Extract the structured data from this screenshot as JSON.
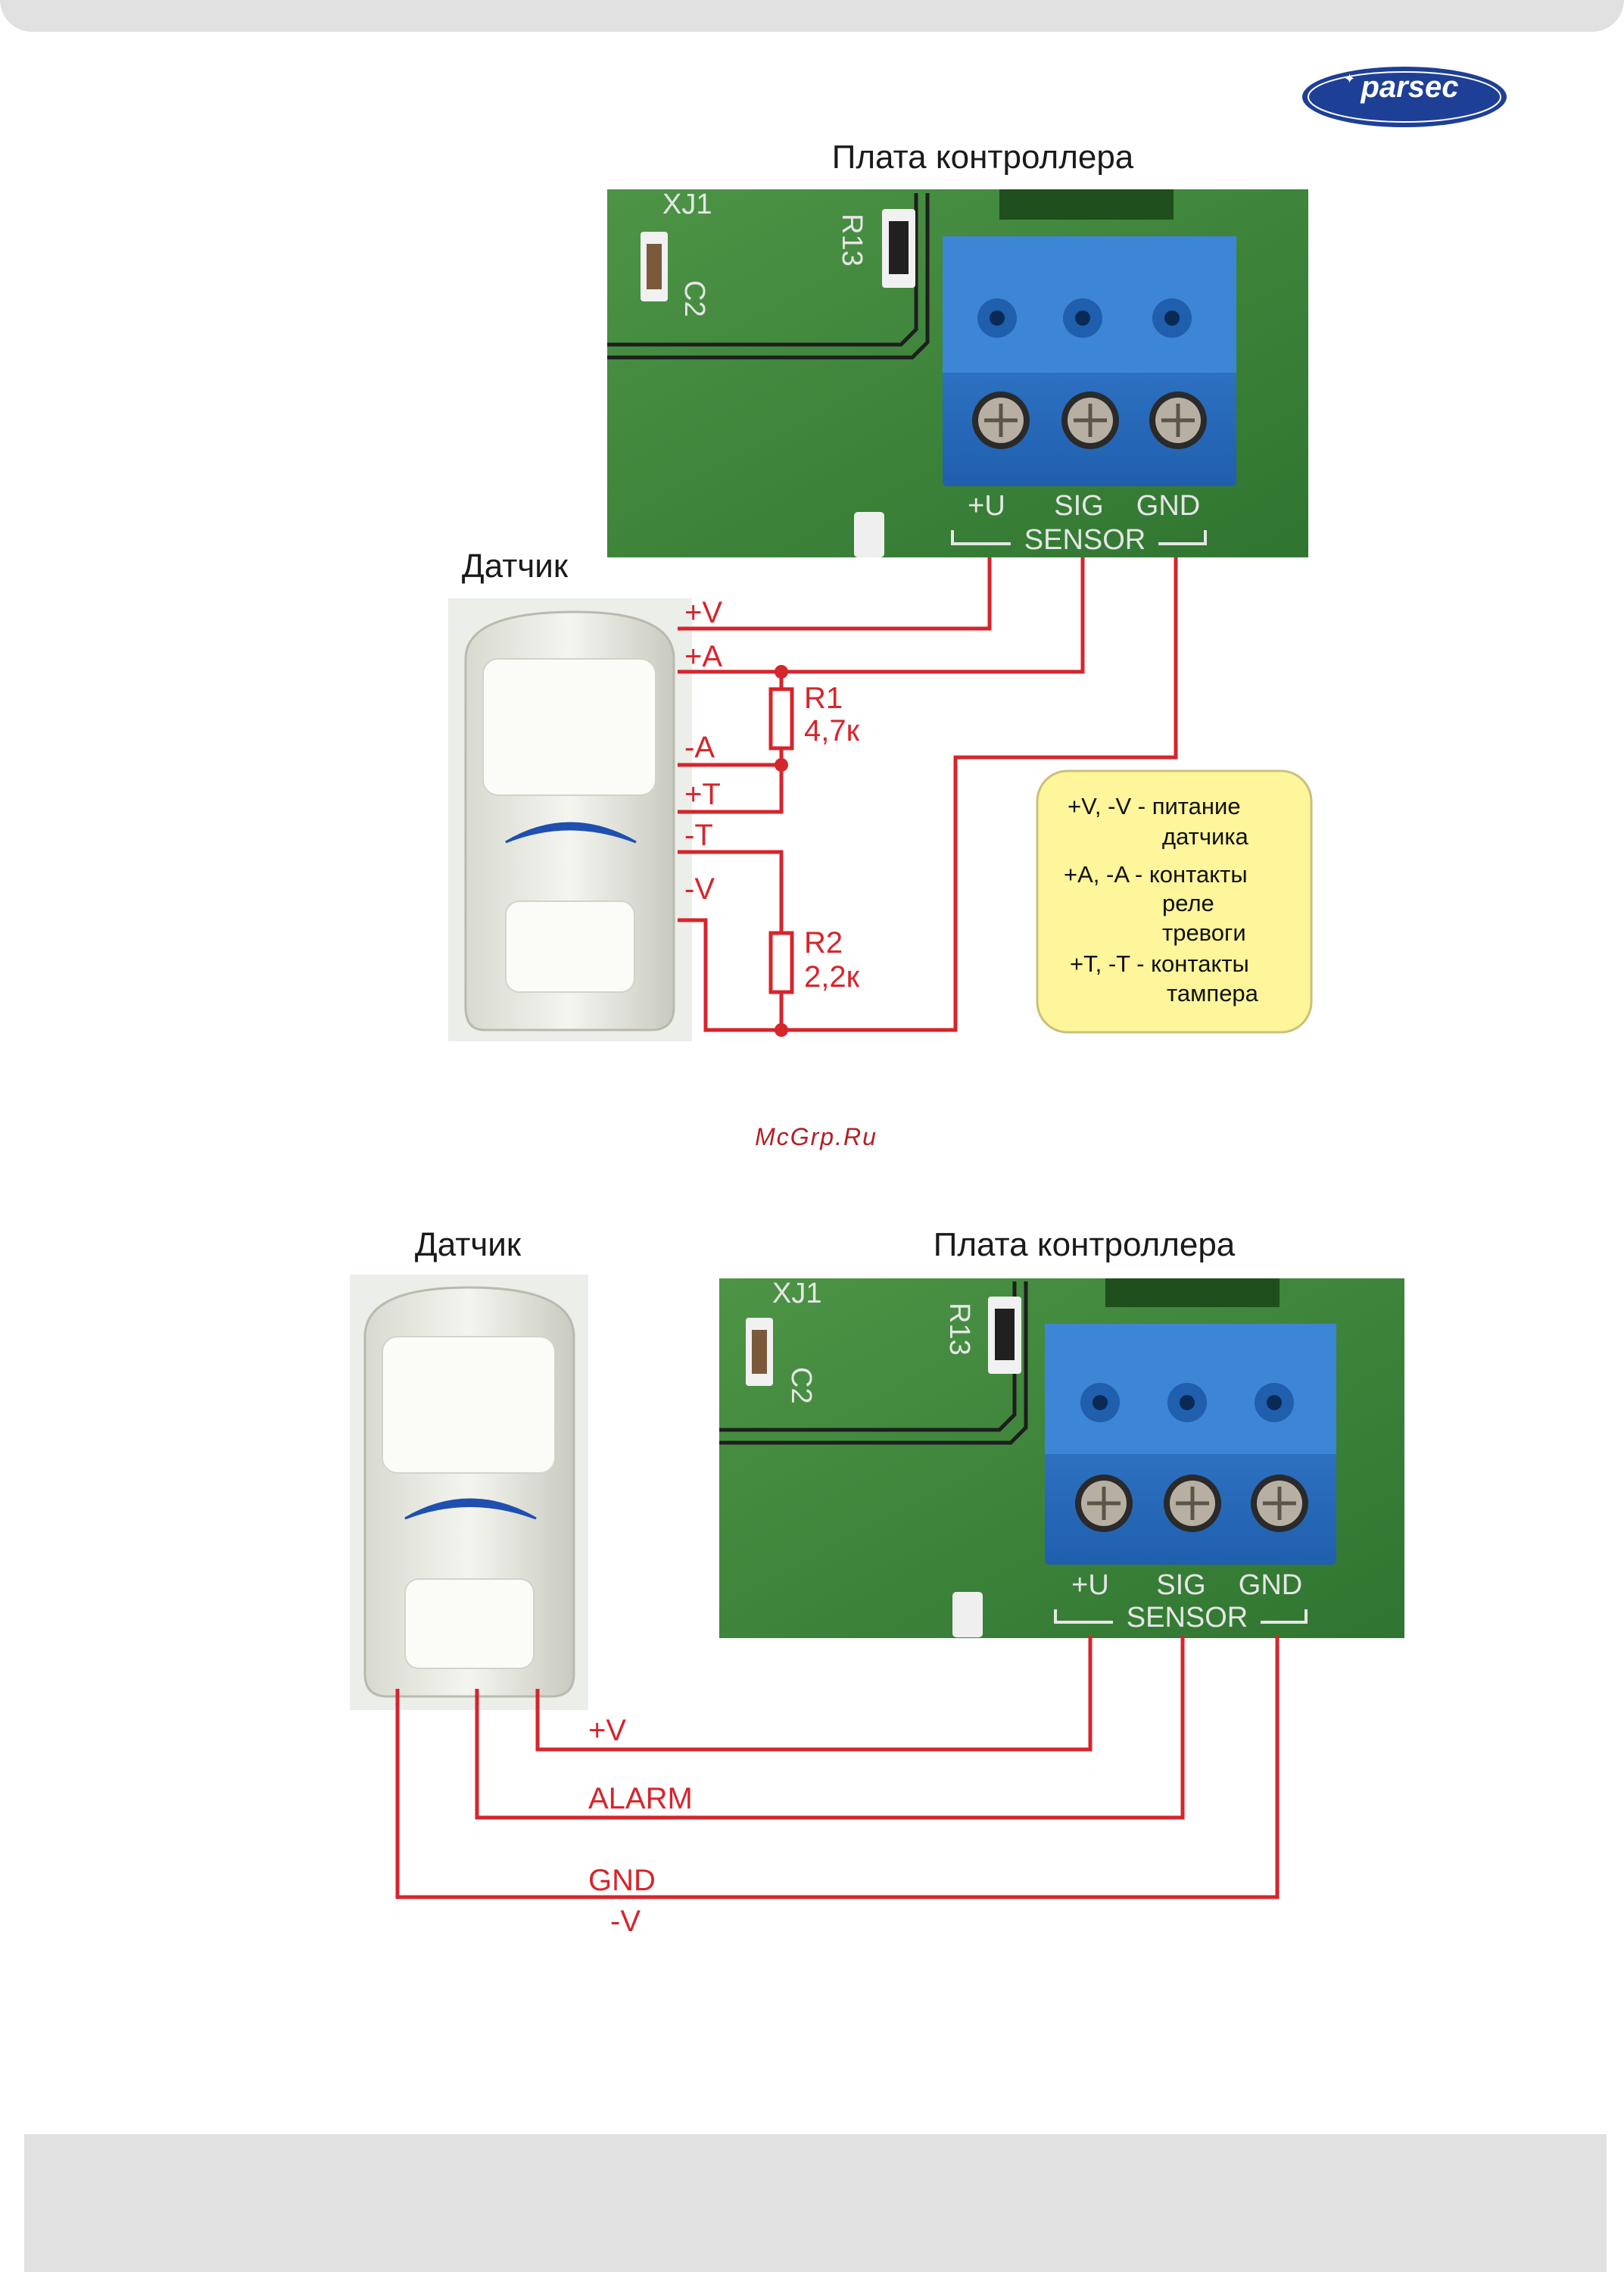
{
  "brand": {
    "logo_text": "parsec"
  },
  "watermark": "McGrp.Ru",
  "colors": {
    "wire": "#d6252c",
    "pcb": "#3f8a3a",
    "terminal": "#2f74c8",
    "note_bg": "#fff59a",
    "band": "#e1e1e1"
  },
  "diagram1": {
    "board_title": "Плата контроллера",
    "sensor_title": "Датчик",
    "silk": {
      "xj1": "XJ1",
      "c2": "C2",
      "r13": "R13",
      "u": "+U",
      "sig": "SIG",
      "gnd": "GND",
      "sensor": "SENSOR"
    },
    "wire_labels": {
      "pv": "+V",
      "pa": "+A",
      "ma": "-A",
      "pt": "+T",
      "mt": "-T",
      "mv": "-V"
    },
    "r1": {
      "name": "R1",
      "value": "4,7к"
    },
    "r2": {
      "name": "R2",
      "value": "2,2к"
    },
    "legend": {
      "l1": "+V, -V - питание",
      "l2": "датчика",
      "l3": "+A, -A - контакты",
      "l4": "реле",
      "l5": "тревоги",
      "l6": "+T, -T - контакты",
      "l7": "тампера"
    }
  },
  "diagram2": {
    "sensor_title": "Датчик",
    "board_title": "Плата контроллера",
    "silk": {
      "xj1": "XJ1",
      "c2": "C2",
      "r13": "R13",
      "u": "+U",
      "sig": "SIG",
      "gnd": "GND",
      "sensor": "SENSOR"
    },
    "wire_labels": {
      "pv": "+V",
      "alarm": "ALARM",
      "gnd": "GND",
      "mv": "-V"
    }
  }
}
